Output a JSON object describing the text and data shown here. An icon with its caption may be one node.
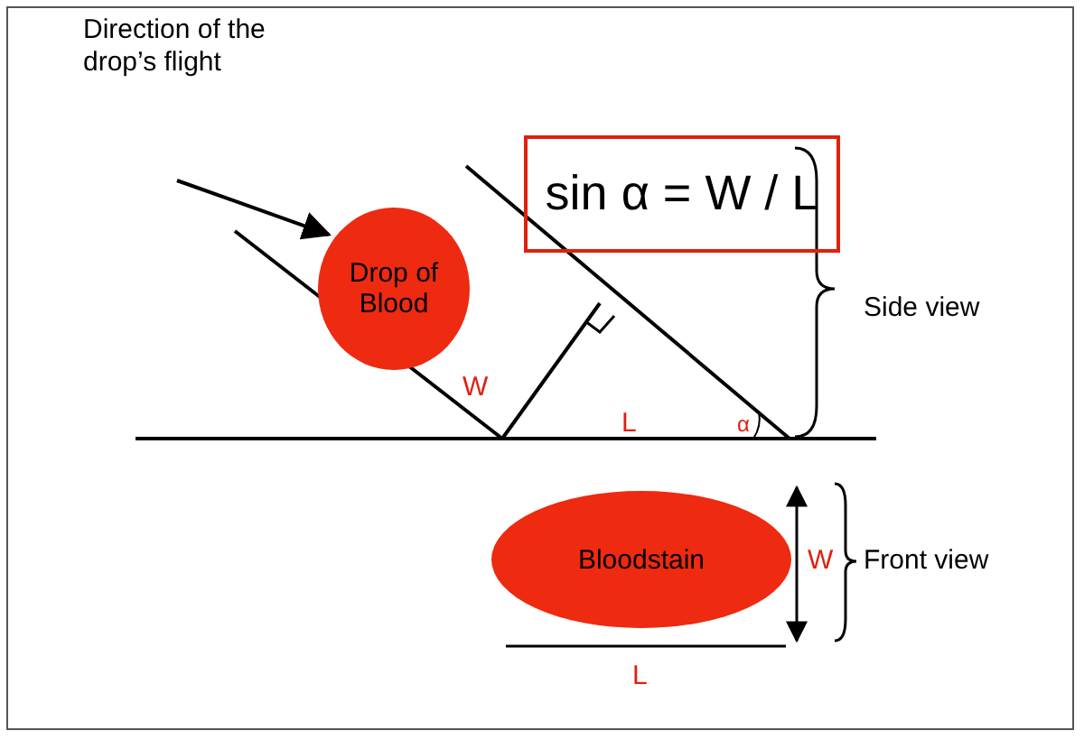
{
  "diagram": {
    "nodes": [
      {
        "text": [
          "sin α = W / L"
        ]
      },
      {
        "text": [
          "Drop of Blood"
        ]
      },
      {
        "text": [
          "Bloodstain"
        ]
      }
    ],
    "labels": [
      "Direction of the drop’s flight",
      "W",
      "L",
      "α",
      "Side view",
      "W",
      "Front view",
      "L"
    ]
  }
}
